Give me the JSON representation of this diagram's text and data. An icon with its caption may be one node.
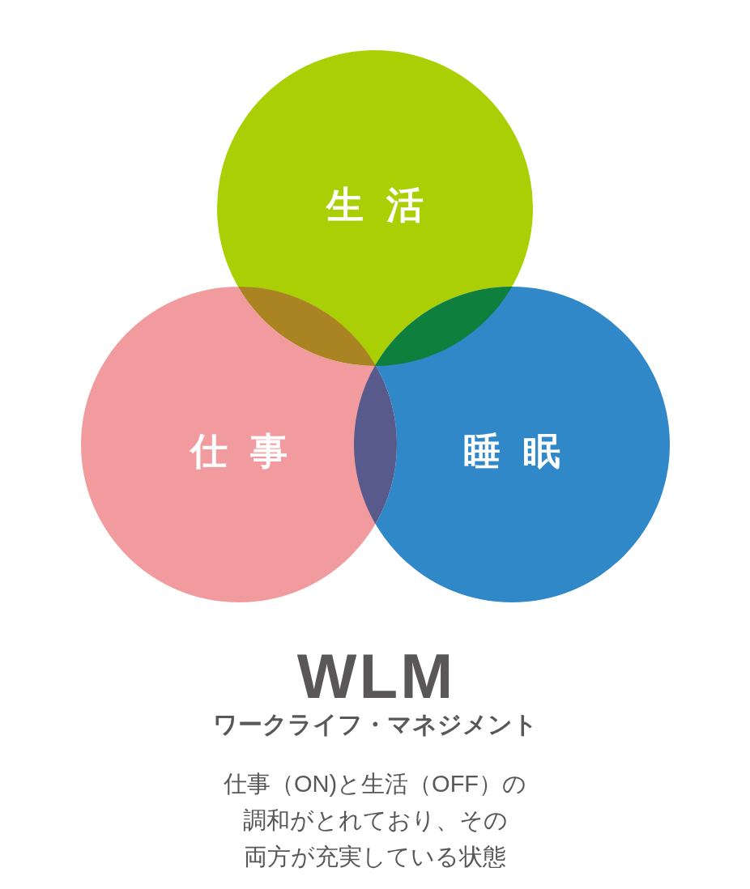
{
  "diagram": {
    "title": "WLM",
    "caption": "仕事（ON)と生活（OFF）の調和がとれており、その両方が充実している状態",
    "nodes": [
      {
        "text": [
          "生活"
        ]
      },
      {
        "text": [
          "仕事"
        ]
      },
      {
        "text": [
          "睡眠"
        ]
      }
    ],
    "labels": [
      "ワークライフ・マネジメント"
    ]
  }
}
